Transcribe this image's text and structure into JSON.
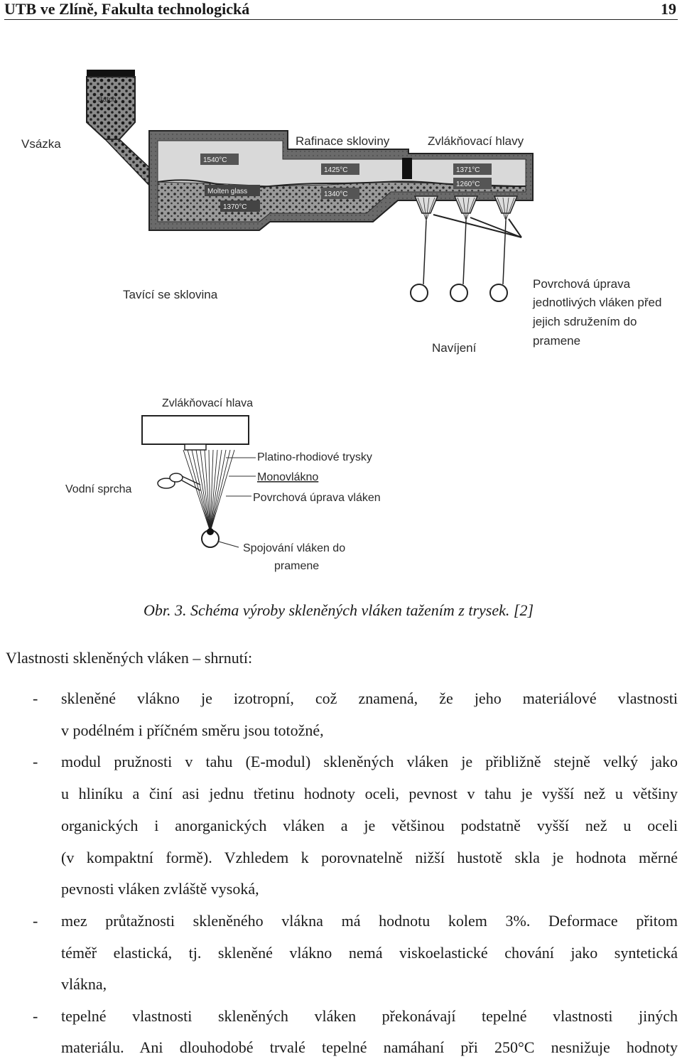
{
  "header": {
    "institution": "UTB ve Zlíně, Fakulta technologická",
    "page_number": "19"
  },
  "figure": {
    "top_diagram": {
      "batch_label": "Vsázka",
      "batch_inner": "Batch",
      "refining_label": "Rafinace skloviny",
      "bushings_label": "Zvlákňovací hlavy",
      "temp_1": "1540°C",
      "temp_2": "1425°C",
      "temp_3": "1371°C",
      "temp_4": "1260°C",
      "temp_5": "1340°C",
      "temp_6": "1370°C",
      "molten_glass": "Molten glass",
      "melting_label": "Tavící se sklovina",
      "winding_label": "Navíjení",
      "surface_treatment_lines": [
        "Povrchová úprava",
        "jednotlivých vláken před",
        "jejich sdružením do",
        "pramene"
      ]
    },
    "bottom_diagram": {
      "bushing_label": "Zvlákňovací hlava",
      "nozzles_label": "Platino-rhodiové trysky",
      "monofilament_label": "Monovlákno",
      "sizing_label": "Povrchová úprava vláken",
      "water_spray_label": "Vodní sprcha",
      "joining_lines": [
        "Spojování vláken do",
        "pramene"
      ]
    },
    "caption": "Obr. 3. Schéma výroby skleněných vláken tažením z trysek. [2]"
  },
  "section_heading": "Vlastnosti skleněných vláken – shrnutí:",
  "list": {
    "dash": "-",
    "item1": [
      "skleněné vlákno je izotropní, což znamená, že jeho materiálové vlastnosti",
      "v podélném i příčném směru jsou totožné,"
    ],
    "item2": [
      "modul pružnosti v tahu (E-modul) skleněných vláken je přibližně stejně velký jako",
      "u hliníku a činí asi jednu třetinu hodnoty oceli, pevnost v tahu je vyšší než u většiny",
      "organických i anorganických vláken a je většinou podstatně vyšší než u oceli",
      "(v kompaktní formě). Vzhledem k porovnatelně nižší hustotě skla je hodnota měrné",
      "pevnosti vláken zvláště vysoká,"
    ],
    "item3": [
      "mez průtažnosti skleněného vlákna má hodnotu kolem 3%. Deformace přitom",
      "téměř elastická, tj. skleněné vlákno nemá viskoelastické chování jako syntetická",
      "vlákna,"
    ],
    "item4": [
      "tepelné vlastnosti skleněných vláken překonávají tepelné vlastnosti jiných",
      "materiálu. Ani dlouhodobé trvalé tepelné namáhaní při 250°C nesnižuje hodnoty"
    ]
  }
}
